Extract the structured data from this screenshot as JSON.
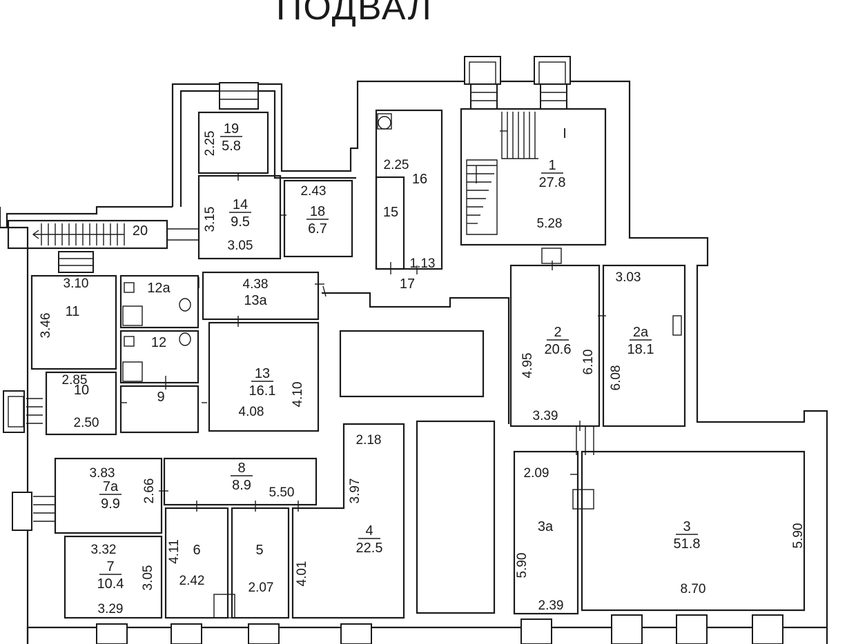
{
  "title": "ПОДВАЛ",
  "rooms": [
    {
      "key": "r1",
      "number": "1",
      "area": "27.8"
    },
    {
      "key": "r2",
      "number": "2",
      "area": "20.6"
    },
    {
      "key": "r2a",
      "number": "2a",
      "area": "18.1"
    },
    {
      "key": "r3",
      "number": "3",
      "area": "51.8"
    },
    {
      "key": "r3a",
      "number": "3a"
    },
    {
      "key": "r4",
      "number": "4",
      "area": "22.5"
    },
    {
      "key": "r5",
      "number": "5"
    },
    {
      "key": "r6",
      "number": "6"
    },
    {
      "key": "r7",
      "number": "7",
      "area": "10.4"
    },
    {
      "key": "r7a",
      "number": "7a",
      "area": "9.9"
    },
    {
      "key": "r8",
      "number": "8",
      "area": "8.9"
    },
    {
      "key": "r9",
      "number": "9"
    },
    {
      "key": "r10",
      "number": "10"
    },
    {
      "key": "r11",
      "number": "11"
    },
    {
      "key": "r12",
      "number": "12"
    },
    {
      "key": "r12a",
      "number": "12a"
    },
    {
      "key": "r13",
      "number": "13",
      "area": "16.1"
    },
    {
      "key": "r13a",
      "number": "13a"
    },
    {
      "key": "r14",
      "number": "14",
      "area": "9.5"
    },
    {
      "key": "r15",
      "number": "15"
    },
    {
      "key": "r16",
      "number": "16"
    },
    {
      "key": "r17",
      "number": "17"
    },
    {
      "key": "r18",
      "number": "18",
      "area": "6.7"
    },
    {
      "key": "r19",
      "number": "19",
      "area": "5.8"
    },
    {
      "key": "r20",
      "number": "20"
    },
    {
      "key": "rI",
      "number": "I"
    }
  ],
  "dimensions": {
    "d_19_v": "2.25",
    "d_14_v": "3.15",
    "d_14_h": "3.05",
    "d_18_h": "2.43",
    "d_16_h": "2.25",
    "d_17_h": "1.13",
    "d_1_h": "5.28",
    "d_11_h": "3.10",
    "d_11_v": "3.46",
    "d_13a_h": "4.38",
    "d_10_top": "2.85",
    "d_10_bot": "2.50",
    "d_13_h": "4.08",
    "d_13_v": "4.10",
    "d_2_v": "4.95",
    "d_2_v2": "6.10",
    "d_2_h": "3.39",
    "d_2a_h": "3.03",
    "d_2a_v": "6.08",
    "d_7a_h": "3.83",
    "d_7a_v": "2.66",
    "d_8_h": "5.50",
    "d_4_h": "2.18",
    "d_4_v": "3.97",
    "d_4_v2": "4.01",
    "d_6_v": "4.11",
    "d_6_h": "2.42",
    "d_5_h": "2.07",
    "d_7_top": "3.32",
    "d_7_v": "3.05",
    "d_7_bot": "3.29",
    "d_3a_top": "2.09",
    "d_3a_v": "5.90",
    "d_3a_bot": "2.39",
    "d_3_v": "5.90",
    "d_3_h": "8.70"
  }
}
